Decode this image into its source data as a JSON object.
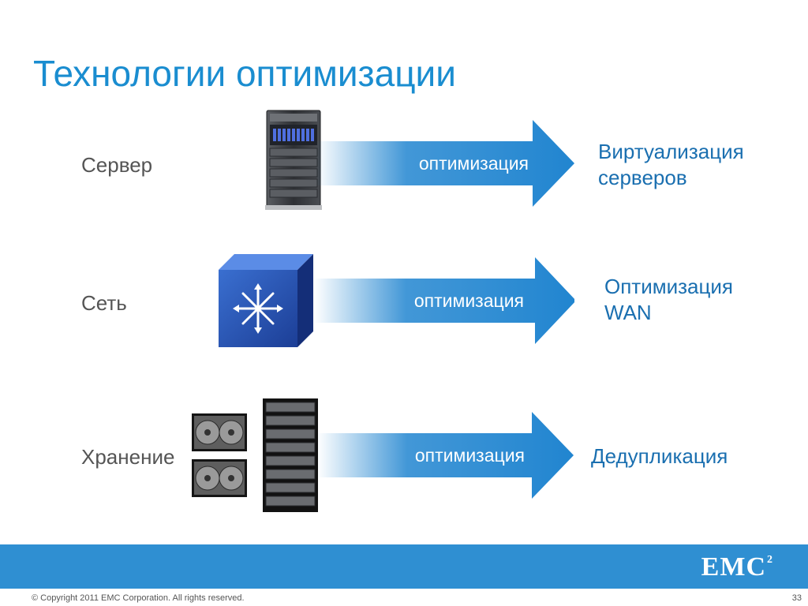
{
  "title": "Технологии оптимизации",
  "rows": [
    {
      "label": "Сервер",
      "arrow_text": "оптимизация",
      "result_lines": [
        "Виртуализация",
        "серверов"
      ]
    },
    {
      "label": "Сеть",
      "arrow_text": "оптимизация",
      "result_lines": [
        "Оптимизация",
        "WAN"
      ]
    },
    {
      "label": "Хранение",
      "arrow_text": "оптимизация",
      "result_lines": [
        "Дедупликация"
      ]
    }
  ],
  "footer": {
    "copyright": "© Copyright 2011 EMC Corporation. All rights reserved.",
    "page_number": "33",
    "logo_text": "EMC",
    "logo_sup": "2"
  },
  "colors": {
    "title": "#1a8dd0",
    "arrow": "#2185d0",
    "footer_bar": "#2f8fd2"
  },
  "icons": {
    "server": "server-rack-icon",
    "network": "network-switch-icon",
    "storage_disks": "disk-drive-icon",
    "storage_array": "storage-array-icon"
  }
}
